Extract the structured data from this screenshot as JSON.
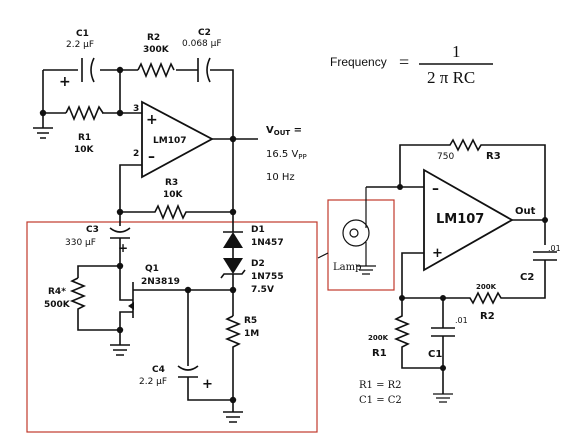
{
  "formula": {
    "prefix": "Frequency",
    "equals": "=",
    "numerator": "1",
    "denominator": "2 π RC"
  },
  "left_circuit": {
    "c1": {
      "name": "C1",
      "value": "2.2 μF"
    },
    "r2": {
      "name": "R2",
      "value": "300K"
    },
    "c2": {
      "name": "C2",
      "value": "0.068 μF"
    },
    "r1": {
      "name": "R1",
      "value": "10K"
    },
    "opamp": {
      "name": "LM107",
      "pin_plus": "3",
      "pin_minus": "2"
    },
    "r3": {
      "name": "R3",
      "value": "10K"
    },
    "vout": {
      "line1": "V",
      "sub": "OUT",
      "eq": " =",
      "line2a": "16.5 V",
      "line2sub": "PP",
      "line3": "10 Hz"
    },
    "c3": {
      "name": "C3",
      "value": "330 μF"
    },
    "d1": {
      "name": "D1",
      "value": "1N457"
    },
    "d2": {
      "name": "D2",
      "value": "1N755",
      "value2": "7.5V"
    },
    "q1": {
      "name": "Q1",
      "value": "2N3819"
    },
    "r4": {
      "name": "R4*",
      "value": "500K"
    },
    "r5": {
      "name": "R5",
      "value": "1M"
    },
    "c4": {
      "name": "C4",
      "value": "2.2 μF"
    }
  },
  "right_circuit": {
    "r3": {
      "name": "R3",
      "value": "750"
    },
    "opamp": {
      "name": "LM107",
      "minus": "–",
      "plus": "+"
    },
    "out_label": "Out",
    "c2": {
      "name": "C2",
      "value": ".01"
    },
    "r2": {
      "name": "R2",
      "value": "200K"
    },
    "r1": {
      "name": "R1",
      "value": "200K"
    },
    "c1": {
      "name": "C1",
      "value": ".01"
    },
    "lamp": "Lamp",
    "eq1": "R1 = R2",
    "eq2": "C1 = C2"
  },
  "colors": {
    "highlight_box": "#c0392b",
    "ink": "#111111"
  }
}
